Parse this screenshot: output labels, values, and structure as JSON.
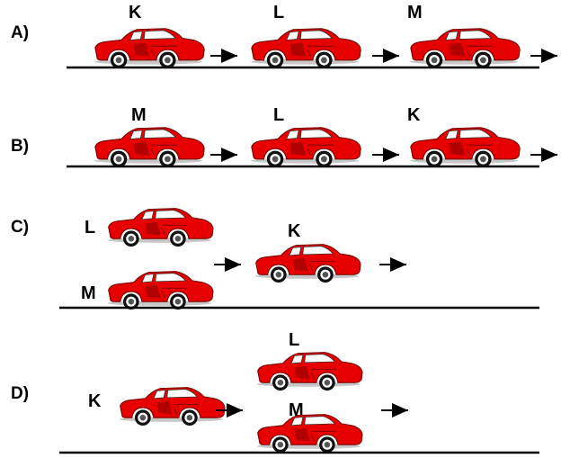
{
  "options": [
    {
      "label": "A)",
      "cars": [
        "K",
        "L",
        "M"
      ]
    },
    {
      "label": "B)",
      "cars": [
        "M",
        "L",
        "K"
      ]
    },
    {
      "label": "C)",
      "cars": [
        "L",
        "M",
        "K"
      ]
    },
    {
      "label": "D)",
      "cars": [
        "L",
        "M",
        "K"
      ]
    }
  ],
  "colors": {
    "car_body": "#e60000",
    "car_dark": "#a00000",
    "line": "#000000"
  }
}
